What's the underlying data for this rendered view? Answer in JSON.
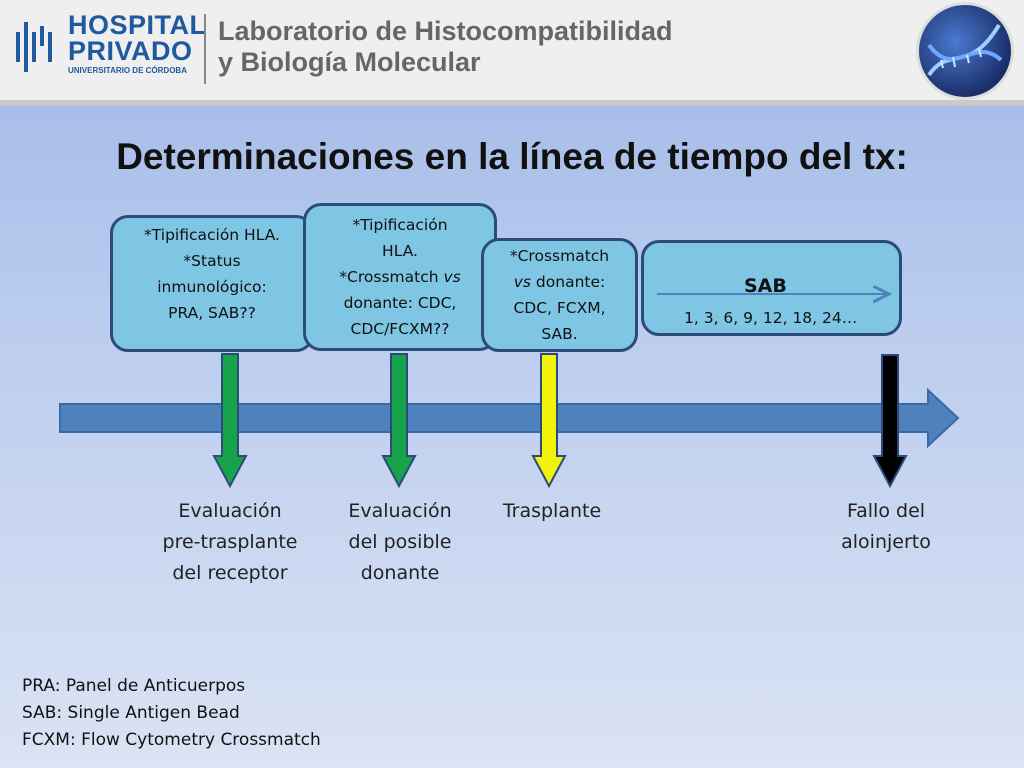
{
  "header": {
    "logo_line1": "HOSPITAL",
    "logo_line2": "PRIVADO",
    "logo_sub": "UNIVERSITARIO DE CÓRDOBA",
    "lab_line1": "Laboratorio de Histocompatibilidad",
    "lab_line2": "y Biología Molecular"
  },
  "title": "Determinaciones en la línea de tiempo del tx:",
  "bubbles": [
    {
      "lines": [
        "*Tipificación HLA.",
        "*Status",
        "inmunológico:",
        "PRA, SAB??"
      ]
    },
    {
      "lines": [
        "*Tipificación",
        "HLA.",
        "*Crossmatch vs",
        "donante: CDC,",
        "CDC/FCXM??"
      ]
    },
    {
      "lines": [
        "*Crossmatch",
        "vs donante:",
        "CDC, FCXM,",
        "SAB."
      ]
    },
    {
      "label": "SAB",
      "months": "1, 3, 6, 9, 12, 18, 24…"
    }
  ],
  "stages": [
    {
      "label": "Evaluación\npre-trasplante\ndel receptor",
      "color": "#17a34a"
    },
    {
      "label": "Evaluación\ndel posible\ndonante",
      "color": "#17a34a"
    },
    {
      "label": "Trasplante",
      "color": "#f2f20a"
    },
    {
      "label": "Fallo del\naloinjerto",
      "color": "#000000"
    }
  ],
  "footnotes": [
    "PRA: Panel de Anticuerpos",
    "SAB: Single Antigen Bead",
    "FCXM: Flow Cytometry Crossmatch"
  ],
  "colors": {
    "timeline": "#4f81bd",
    "bubble": "#7fc6e4",
    "bubble_border": "#2c4a7a"
  }
}
